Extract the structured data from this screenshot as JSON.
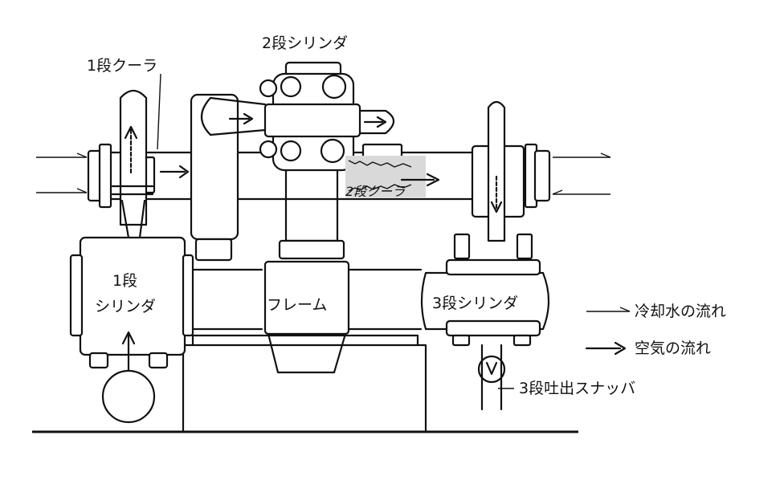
{
  "labels": {
    "cooler1": "1段クーラ",
    "cyl2": "2段シリンダ",
    "cyl1_line1": "1段",
    "cyl1_line2": "シリンダ",
    "frame": "フレーム",
    "cyl3": "3段シリンダ",
    "cooler2": "2段クーラ",
    "snubber3": "3段吐出スナッバ"
  },
  "legend": {
    "water_flow": "冷却水の流れ",
    "air_flow": "空気の流れ"
  }
}
